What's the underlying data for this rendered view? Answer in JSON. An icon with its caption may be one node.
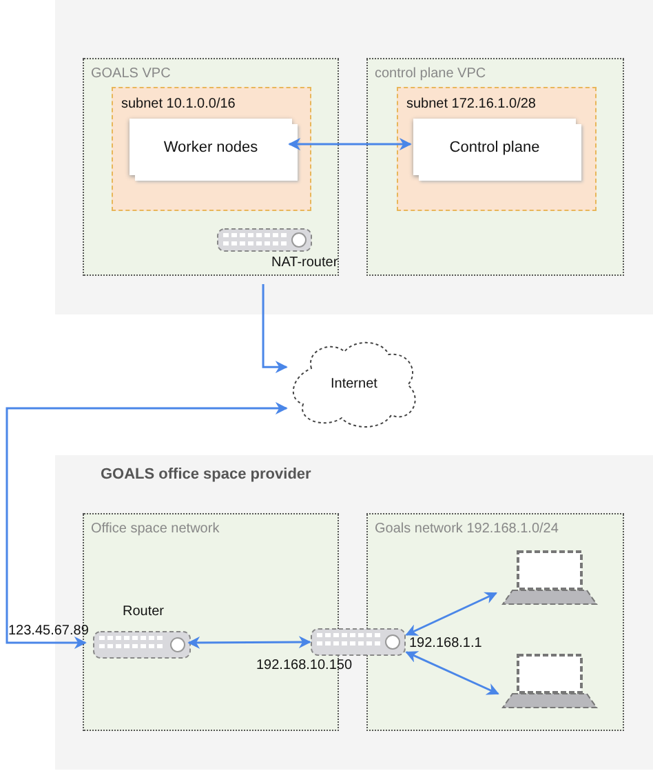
{
  "diagram": {
    "nodes": [
      {
        "text": [],
        "shape": "box"
      },
      {
        "text": [
          "GOALS VPC"
        ],
        "in": 0
      },
      {
        "text": [
          "subnet 10.1.0.0/16"
        ],
        "in": 1
      },
      {
        "text": [
          "Worker nodes"
        ],
        "in": 2
      },
      {
        "text": [
          "control plane VPC"
        ],
        "in": 0
      },
      {
        "text": [
          "subnet 172.16.1.0/28"
        ],
        "in": 4
      },
      {
        "text": [
          "Control plane"
        ],
        "in": 5
      },
      {
        "text": [
          "NAT-router"
        ],
        "in": 1
      },
      {
        "text": [
          "Internet"
        ]
      },
      {
        "text": [
          "GOALS office space provider"
        ]
      },
      {
        "text": [
          "Office space network"
        ],
        "in": 9
      },
      {
        "text": [
          "Router"
        ],
        "in": 10,
        "beside": [
          "123.45.67.89"
        ]
      },
      {
        "text": [
          "Goals network 192.168.1.0/24"
        ],
        "in": 9
      },
      {
        "text": [],
        "shape": "picture",
        "in": 9,
        "beside": [
          "192.168.10.150",
          "192.168.1.1"
        ]
      },
      {
        "text": [],
        "shape": "picture",
        "in": 12
      },
      {
        "text": [],
        "shape": "picture",
        "in": 12
      }
    ],
    "edges": [
      {
        "from": 3,
        "to": 6,
        "arrow": "both"
      },
      {
        "from": 7,
        "to": 8,
        "arrow": "to"
      },
      {
        "from": 11,
        "to": 8,
        "arrow": "both"
      },
      {
        "from": 11,
        "to": 13,
        "arrow": "both"
      },
      {
        "from": 13,
        "to": 14,
        "arrow": "both"
      },
      {
        "from": 13,
        "to": 15,
        "arrow": "both"
      }
    ]
  }
}
